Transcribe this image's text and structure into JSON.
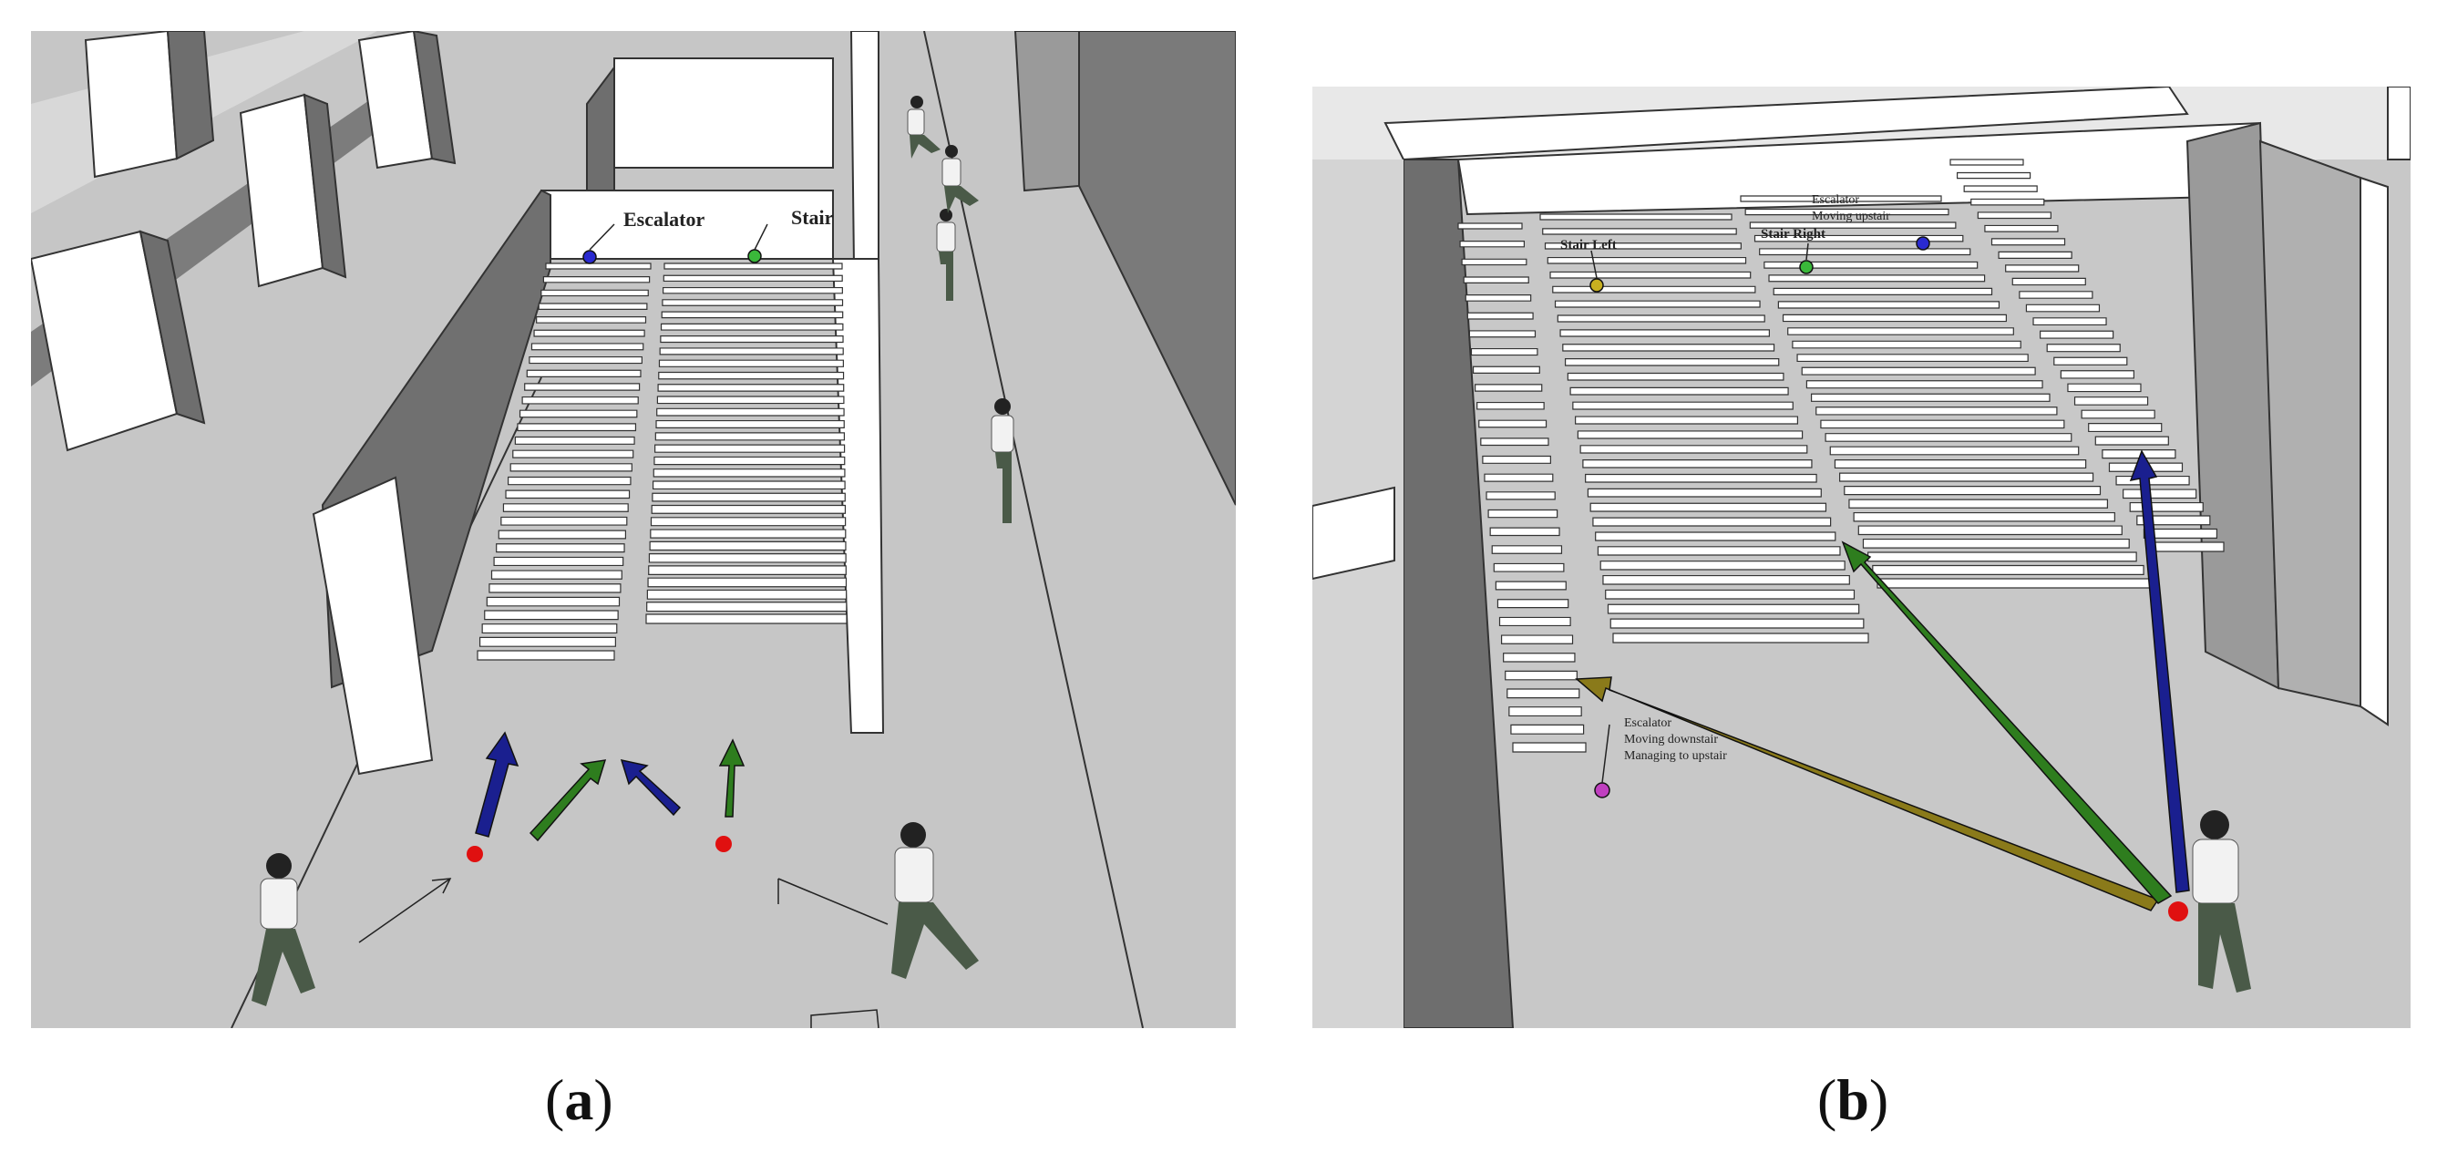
{
  "panel_a": {
    "caption_open": "(",
    "caption_letter": "a",
    "caption_close": ")",
    "label_escalator": "Escalator",
    "label_stair": "Stair"
  },
  "panel_b": {
    "caption_open": "(",
    "caption_letter": "b",
    "caption_close": ")",
    "label_stair_left": "Stair Left",
    "label_stair_right": "Stair Right",
    "label_escalator_up_1": "Escalator",
    "label_escalator_up_2": "Moving upstair",
    "label_escalator_down_1": "Escalator",
    "label_escalator_down_2": "Moving downstair",
    "label_escalator_down_3": "Managing to upstair"
  },
  "colors": {
    "floor": "#c6c6c6",
    "wall_light": "#ffffff",
    "wall_dark": "#7a7a7a",
    "arrow_blue": "#1a1f8f",
    "arrow_green": "#2e7d1e",
    "arrow_olive": "#8a7a1a",
    "marker_red": "#e01010",
    "marker_blue": "#2a2ad0",
    "marker_green": "#3ab83a",
    "marker_yellow": "#c8b020",
    "marker_magenta": "#c040c0"
  }
}
